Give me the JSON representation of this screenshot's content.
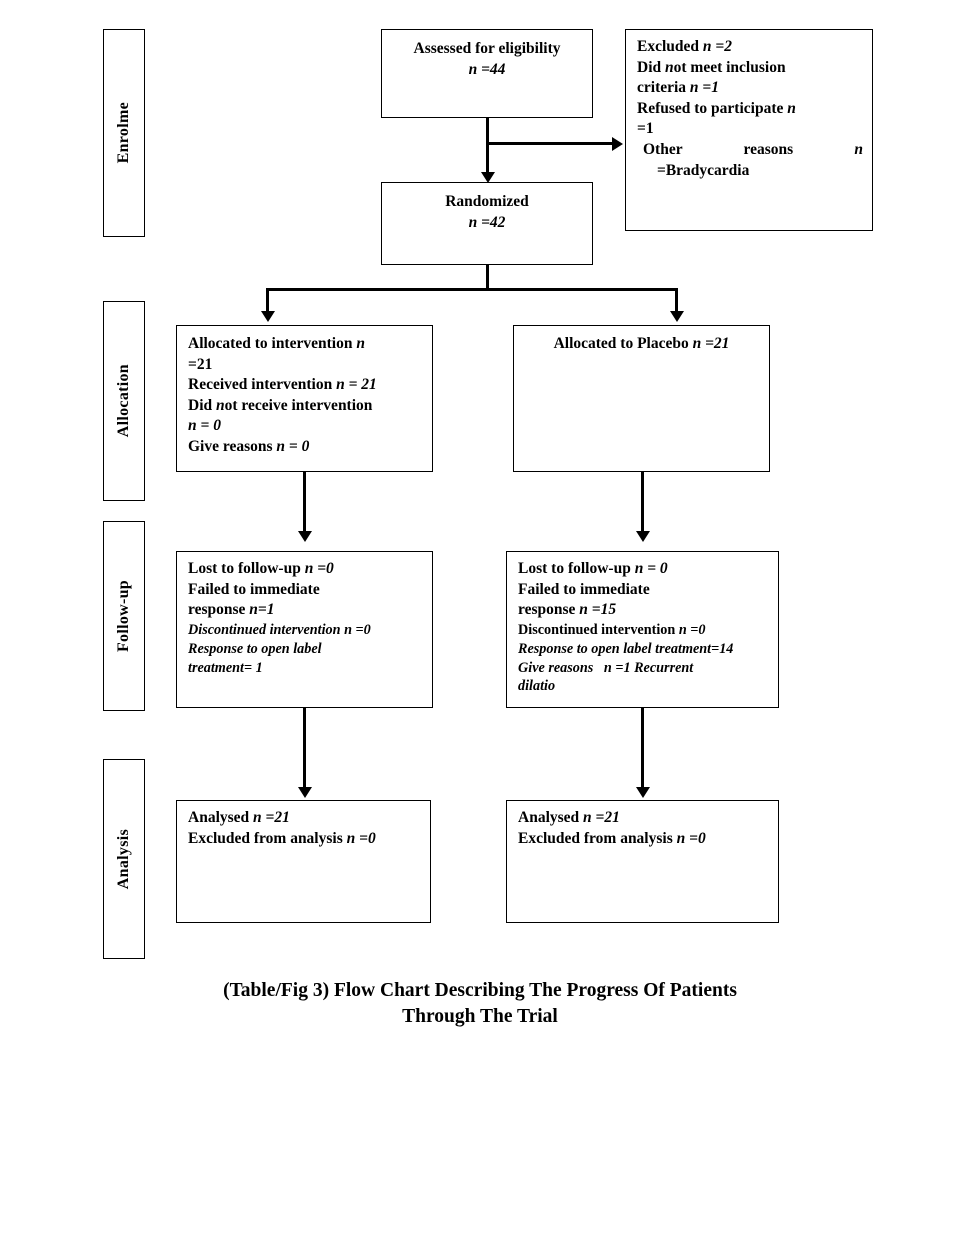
{
  "figure": {
    "caption_line1": "(Table/Fig 3) Flow Chart Describing The Progress Of Patients",
    "caption_line2": "Through The Trial",
    "type": "consort-flow-diagram"
  },
  "stages": [
    {
      "id": "enrolment",
      "label": "Enrolme"
    },
    {
      "id": "allocation",
      "label": "Allocation"
    },
    {
      "id": "followup",
      "label": "Follow-up"
    },
    {
      "id": "analysis",
      "label": "Analysis"
    }
  ],
  "nodes": {
    "assessed": {
      "title": "Assessed for eligibility",
      "count_line": "n =44",
      "n": 44
    },
    "excluded": {
      "line1": "Excluded n =2",
      "line2": "Did not meet inclusion",
      "line3": "criteria n =1",
      "line4": "Refused to participate n",
      "line5": "=1",
      "line6": "Other reasons n",
      "line7": "=Bradycardia",
      "n_excluded": 2,
      "n_not_meeting_criteria": 1,
      "n_refused": 1,
      "other_reason": "Bradycardia"
    },
    "randomized": {
      "title": "Randomized",
      "count_line": "n =42",
      "n": 42
    },
    "allocated_intervention": {
      "line1": "Allocated to intervention n",
      "line2": "=21",
      "line3": "Received intervention n = 21",
      "line4": "Did not receive intervention",
      "line5": "n = 0",
      "line6": "Give reasons n = 0",
      "n_allocated": 21,
      "n_received": 21,
      "n_not_received": 0,
      "n_reasons": 0
    },
    "allocated_placebo": {
      "line1": "Allocated to Placebo n =21",
      "n_allocated": 21
    },
    "followup_intervention": {
      "line1": "Lost to follow-up n =0",
      "line2": "Failed to immediate",
      "line3": "response n=1",
      "line4": "Discontinued intervention n =0",
      "line5": "Response to open label",
      "line6": "treatment= 1",
      "n_lost": 0,
      "n_failed_immediate_response": 1,
      "n_discontinued": 0,
      "n_open_label_treatment": 1
    },
    "followup_placebo": {
      "line1": "Lost to follow-up n = 0",
      "line2": "Failed to immediate",
      "line3": "response n =15",
      "line4": "Discontinued intervention n =0",
      "line5": "Response to open label treatment=14",
      "line6": "Give reasons   n =1 Recurrent",
      "line7": "dilatio",
      "n_lost": 0,
      "n_failed_immediate_response": 15,
      "n_discontinued": 0,
      "n_open_label_treatment": 14,
      "n_recurrent_dilatio": 1
    },
    "analysis_intervention": {
      "line1": "Analysed n =21",
      "line2": "Excluded from analysis n =0",
      "n_analysed": 21,
      "n_excluded": 0
    },
    "analysis_placebo": {
      "line1": "Analysed n =21",
      "line2": "Excluded from analysis n =0",
      "n_analysed": 21,
      "n_excluded": 0
    }
  }
}
